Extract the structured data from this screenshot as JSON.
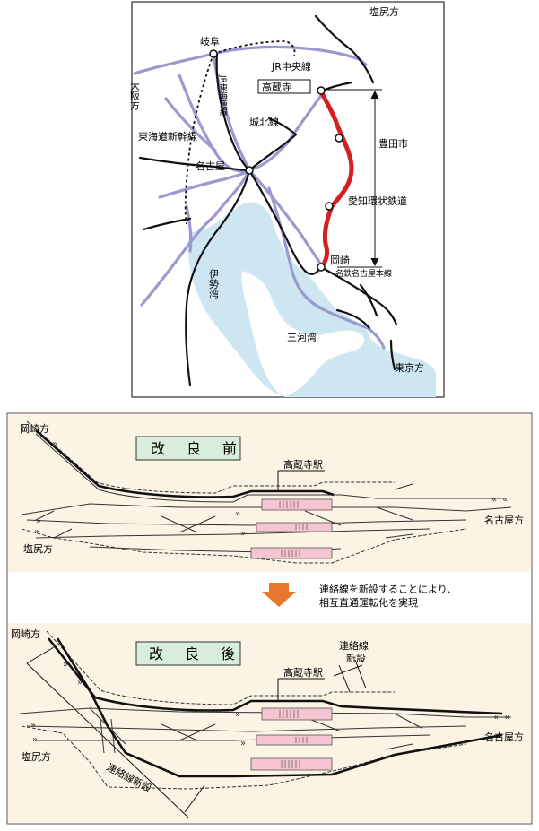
{
  "map": {
    "shiojiri_top": "塩尻方",
    "gifu": "岐阜",
    "jr_chuo": "JR中央線",
    "osaka": "大阪方",
    "takakuraji": "高蔵寺",
    "jr_tokaido": "JR東海道線",
    "johoku": "城北線",
    "shinkansen": "東海道新幹線",
    "toyota": "豊田市",
    "nagoya": "名古屋",
    "aikan": "愛知環状鉄道",
    "ise_bay": "伊勢湾",
    "okazaki": "岡崎",
    "meitetsu": "名鉄名古屋本線",
    "mikawa_bay": "三河湾",
    "tokyo": "東京方"
  },
  "before": {
    "okazaki": "岡崎方",
    "title": "改　良　前",
    "station": "高蔵寺駅",
    "nagoya": "名古屋方",
    "shiojiri": "塩尻方"
  },
  "note": {
    "line1": "連絡線を新設することにより、",
    "line2": "相互直通運転化を実現"
  },
  "after": {
    "okazaki": "岡崎方",
    "title": "改　良　後",
    "station": "高蔵寺駅",
    "link_a": "連絡線",
    "link_b": "新設",
    "shiojiri": "塩尻方",
    "nagoya": "名古屋方",
    "link_bottom": "連絡線新設"
  },
  "colors": {
    "water": "#cde6f2",
    "jr": "#9a9ad0",
    "aikan": "#d42020",
    "panel": "#fbf4e4",
    "title_box": "#d8eedb",
    "platform": "#f7c4d2",
    "arrow": "#e8772e"
  }
}
